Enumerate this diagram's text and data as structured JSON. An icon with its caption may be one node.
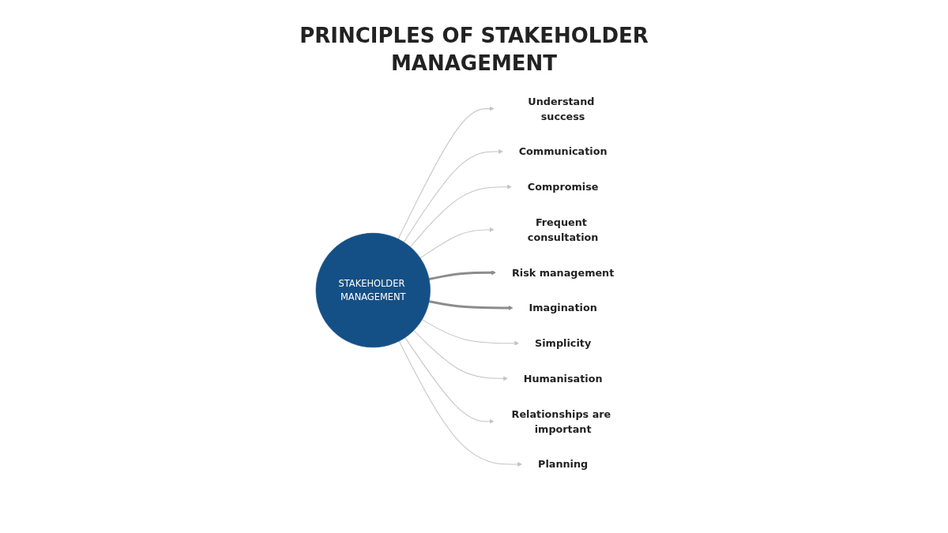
{
  "diagram": {
    "title": "PRINCIPLES OF STAKEHOLDER MANAGEMENT",
    "nodes": [
      {
        "text": [
          "STAKEHOLDER MANAGEMENT"
        ]
      },
      {
        "text": [
          "Understand success"
        ]
      },
      {
        "text": [
          "Communication"
        ]
      },
      {
        "text": [
          "Compromise"
        ]
      },
      {
        "text": [
          "Frequent consultation"
        ]
      },
      {
        "text": [
          "Risk management"
        ]
      },
      {
        "text": [
          "Imagination"
        ]
      },
      {
        "text": [
          "Simplicity"
        ]
      },
      {
        "text": [
          "Humanisation"
        ]
      },
      {
        "text": [
          "Relationships are important"
        ]
      },
      {
        "text": [
          "Planning"
        ]
      }
    ],
    "edges": [
      {
        "from": 0,
        "to": 1,
        "arrow": "to"
      },
      {
        "from": 0,
        "to": 2,
        "arrow": "to"
      },
      {
        "from": 0,
        "to": 3,
        "arrow": "to"
      },
      {
        "from": 0,
        "to": 4,
        "arrow": "to"
      },
      {
        "from": 0,
        "to": 5,
        "arrow": "to",
        "style": "thick",
        "color": "#8c8c8c"
      },
      {
        "from": 0,
        "to": 6,
        "arrow": "to",
        "style": "thick",
        "color": "#8c8c8c"
      },
      {
        "from": 0,
        "to": 7,
        "arrow": "to"
      },
      {
        "from": 0,
        "to": 8,
        "arrow": "to"
      },
      {
        "from": 0,
        "to": 9,
        "arrow": "to"
      },
      {
        "from": 0,
        "to": 10,
        "arrow": "to"
      }
    ]
  }
}
